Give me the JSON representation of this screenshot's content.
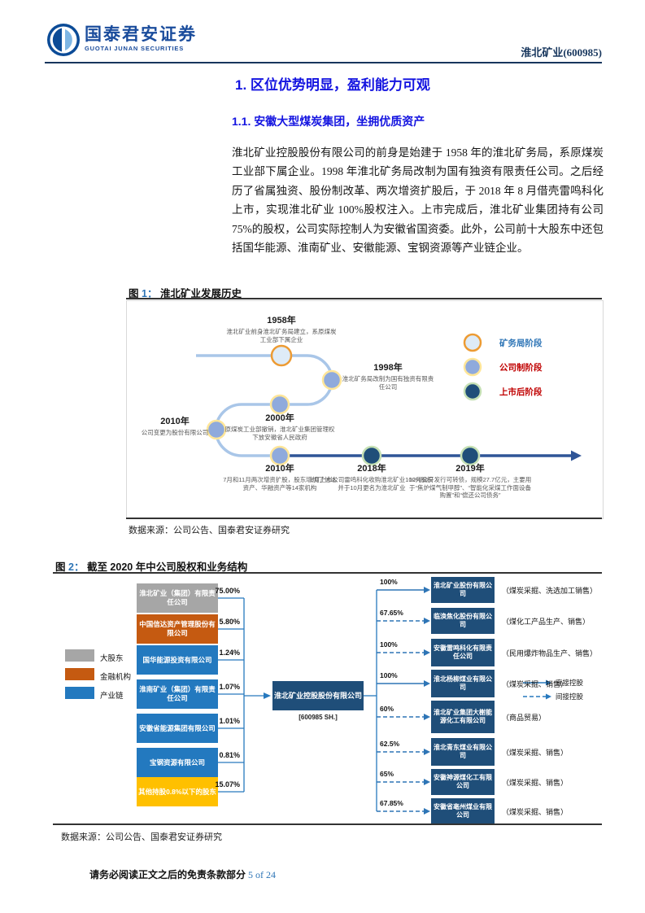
{
  "header": {
    "brand_cn": "国泰君安证券",
    "brand_en": "GUOTAI JUNAN SECURITIES",
    "stock_tag": "淮北矿业(600985)"
  },
  "sections": {
    "h1": "1.  区位优势明显，盈利能力可观",
    "h2": "1.1.  安徽大型煤炭集团，坐拥优质资产",
    "paragraph": "淮北矿业控股股份有限公司的前身是始建于 1958 年的淮北矿务局，系原煤炭工业部下属企业。1998 年淮北矿务局改制为国有独资有限责任公司。之后经历了省属独资、股份制改革、两次增资扩股后，于 2018 年 8 月借壳雷鸣科化上市，实现淮北矿业 100%股权注入。上市完成后，淮北矿业集团持有公司 75%的股权，公司实际控制人为安徽省国资委。此外，公司前十大股东中还包括国华能源、淮南矿业、安徽能源、宝钢资源等产业链企业。"
  },
  "fig1": {
    "cap_prefix": "图",
    "cap_num": "1：",
    "cap_title": "淮北矿业发展历史",
    "source": "数据来源：公司公告、国泰君安证券研究",
    "events": [
      {
        "year": "1958年",
        "desc": "淮北矿业前身淮北矿务局建立，系原煤炭工业部下属企业"
      },
      {
        "year": "1998年",
        "desc": "淮北矿务局改制为国有独资有限责任公司"
      },
      {
        "year": "2000年",
        "desc": "原煤炭工业部撤销，淮北矿业集团管理权下放安徽省人民政府"
      },
      {
        "year": "2010年",
        "desc": "公司变更为股份有限公司"
      },
      {
        "year": "2010年",
        "desc": "7月和11月两次增资扩股，股东增加了信达资产、华融资产等14家机构"
      },
      {
        "year": "2018年",
        "desc": "8月上市公司雷鸣科化收购淮北矿业100%股权并于10月更名为淮北矿业"
      },
      {
        "year": "2019年",
        "desc": "12月公开发行可转债，规模27.7亿元，主要用于“焦炉煤气制甲醇”、“智能化采煤工作面设备购置”和“偿还公司债务”"
      }
    ],
    "legend": [
      {
        "label": "矿务局阶段"
      },
      {
        "label": "公司制阶段"
      },
      {
        "label": "上市后阶段"
      }
    ]
  },
  "fig2": {
    "cap_prefix": "图",
    "cap_num": "2：",
    "cap_title": "截至 2020 年中公司股权和业务结构",
    "source": "数据来源：公司公告、国泰君安证券研究",
    "legend_left": [
      {
        "label": "大股东"
      },
      {
        "label": "金融机构"
      },
      {
        "label": "产业链"
      }
    ],
    "shareholders": [
      {
        "name": "淮北矿业（集团）有限责任公司",
        "pct": "75.00%"
      },
      {
        "name": "中国信达资产管理股份有限公司",
        "pct": "5.80%"
      },
      {
        "name": "国华能源投资有限公司",
        "pct": "1.24%"
      },
      {
        "name": "淮南矿业（集团）有限责任公司",
        "pct": "1.07%"
      },
      {
        "name": "安徽省能源集团有限公司",
        "pct": "1.01%"
      },
      {
        "name": "宝钢资源有限公司",
        "pct": "0.81%"
      },
      {
        "name": "其他持股0.8%以下的股东",
        "pct": "15.07%"
      }
    ],
    "company": {
      "name": "淮北矿业控股股份有限公司",
      "ticker": "[600985 SH.]"
    },
    "subsidiaries": [
      {
        "pct": "100%",
        "name": "淮北矿业股份有限公司",
        "business": "（煤炭采掘、洗选加工销售）",
        "link": "direct"
      },
      {
        "pct": "67.65%",
        "name": "临涣焦化股份有限公司",
        "business": "（煤化工产品生产、销售）",
        "link": "indirect"
      },
      {
        "pct": "100%",
        "name": "安徽雷鸣科化有限责任公司",
        "business": "（民用爆炸物品生产、销售）",
        "link": "indirect"
      },
      {
        "pct": "100%",
        "name": "淮北杨柳煤业有限公司",
        "business": "（煤炭采掘、销售）",
        "link": "direct"
      },
      {
        "pct": "60%",
        "name": "淮北矿业集团大榭能源化工有限公司",
        "business": "（商品贸易）",
        "link": "indirect"
      },
      {
        "pct": "62.5%",
        "name": "淮北青东煤业有限公司",
        "business": "（煤炭采掘、销售）",
        "link": "indirect"
      },
      {
        "pct": "65%",
        "name": "安徽神源煤化工有限公司",
        "business": "（煤炭采掘、销售）",
        "link": "indirect"
      },
      {
        "pct": "67.85%",
        "name": "安徽省亳州煤业有限公司",
        "business": "（煤炭采掘、销售）",
        "link": "indirect"
      }
    ],
    "legend_right": [
      {
        "label": "直接控股"
      },
      {
        "label": "间接控股"
      }
    ]
  },
  "footer": {
    "disclaimer": "请务必阅读正文之后的免责条款部分",
    "page": "5 of 24"
  },
  "colors": {
    "brand_navy": "#17365D",
    "heading_blue": "#1414E0",
    "figure_num_blue": "#2E75B6",
    "legend_red": "#C00000",
    "box_gray": "#A6A6A6",
    "box_orange": "#C55A11",
    "box_blue": "#2379BF",
    "box_gold": "#FFC000",
    "box_dark_navy": "#1F4E79",
    "connector_blue": "#2E75B6",
    "timeline_light_blue": "#A9C6E8",
    "timeline_dark_blue": "#2F5597",
    "node_bureau_fill": "#DEEBF7",
    "node_bureau_stroke": "#ED9B33",
    "node_company_fill": "#8FAADC",
    "node_company_stroke": "#FFE699",
    "node_listed_fill": "#1F4E79",
    "node_listed_stroke": "#C5E0B4"
  }
}
